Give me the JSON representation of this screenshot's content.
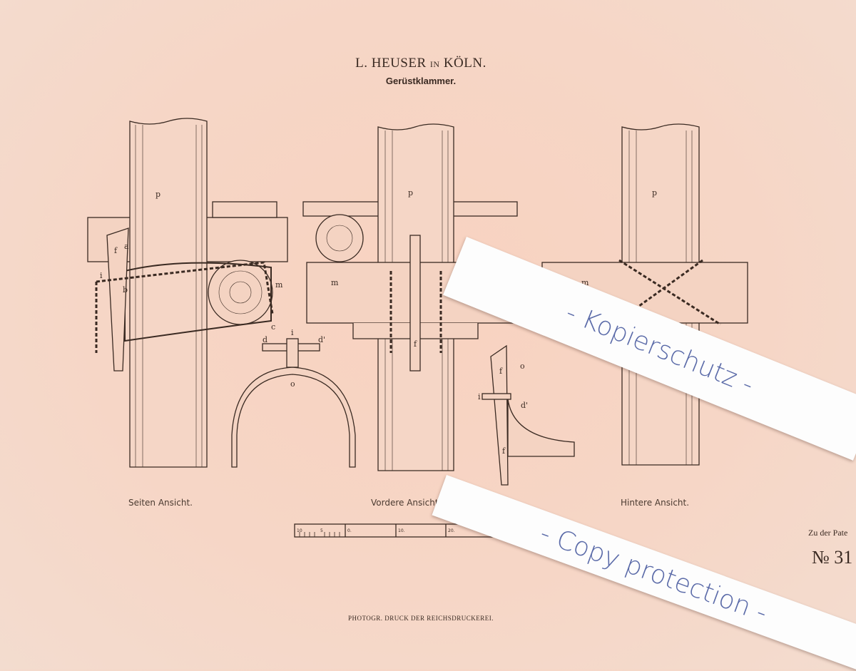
{
  "header": {
    "author": "L. HEUSER",
    "in_word": "IN",
    "city": "KÖLN.",
    "subtitle": "Gerüstklammer."
  },
  "views": {
    "side": "Seiten Ansicht.",
    "front": "Vordere Ansicht.",
    "rear": "Hintere Ansicht."
  },
  "part_labels": {
    "p": "p",
    "m": "m",
    "f": "f",
    "a": "a",
    "b": "b",
    "c": "c",
    "d": "d",
    "d1": "d'",
    "i": "i",
    "o": "o"
  },
  "scale_labels": [
    "10",
    "5",
    "0.",
    "10.",
    "20."
  ],
  "patent_ref": {
    "text": "Zu der Pate",
    "number": "№ 31"
  },
  "footer": "PHOTOGR. DRUCK DER REICHSDRUCKEREI.",
  "watermarks": {
    "top": "- Kopierschutz -",
    "bottom": "- Copy protection -"
  },
  "colors": {
    "paper": "#f6d6c6",
    "ink": "#3a2a22",
    "strip": "#fdfdfd",
    "strip_text": "#5a6aa8"
  }
}
